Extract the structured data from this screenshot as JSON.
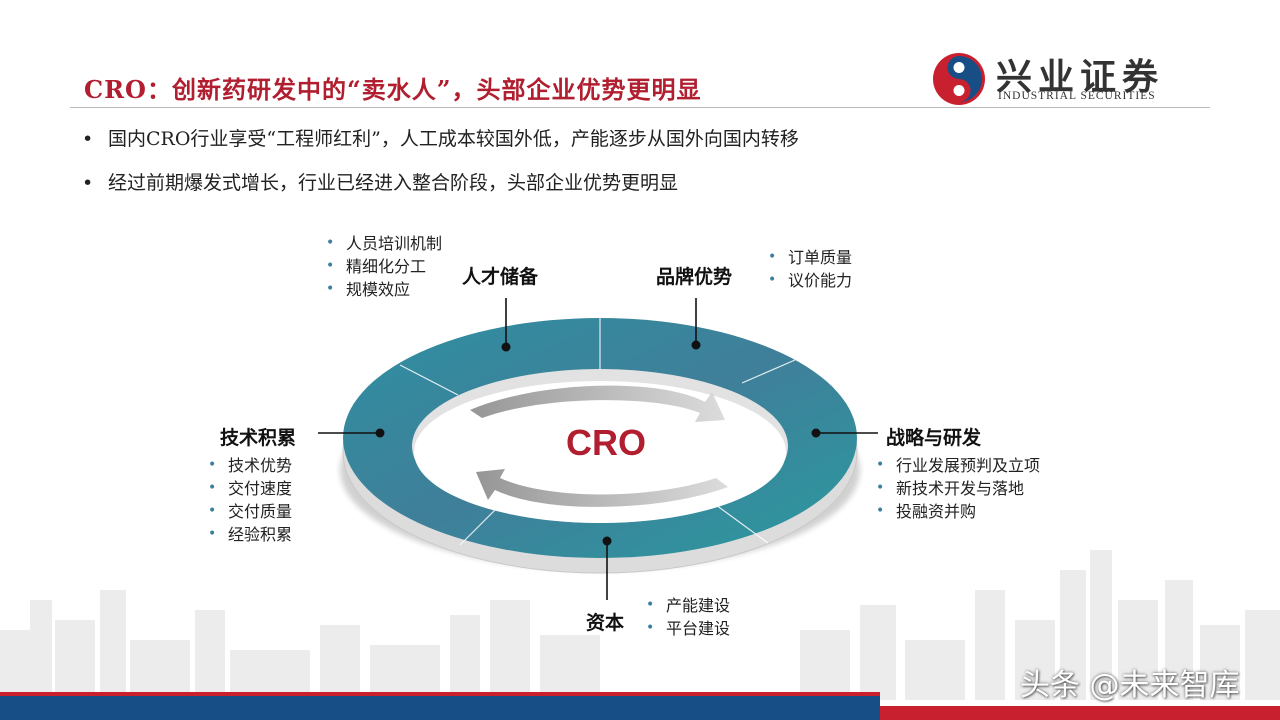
{
  "header": {
    "title": "CRO：创新药研发中的“卖水人”，头部企业优势更明显",
    "logo_name": "兴业证券",
    "logo_en": "INDUSTRIAL SECURITIES"
  },
  "bullets": [
    "国内CRO行业享受“工程师红利”，人工成本较国外低，产能逐步从国外向国内转移",
    "经过前期爆发式增长，行业已经进入整合阶段，头部企业优势更明显"
  ],
  "diagram": {
    "center": "CRO",
    "ring_color": "#3a8fa0",
    "nodes": [
      {
        "label": "人才储备",
        "items": [
          "人员培训机制",
          "精细化分工",
          "规模效应"
        ]
      },
      {
        "label": "品牌优势",
        "items": [
          "订单质量",
          "议价能力"
        ]
      },
      {
        "label": "技术积累",
        "items": [
          "技术优势",
          "交付速度",
          "交付质量",
          "经验积累"
        ]
      },
      {
        "label": "战略与研发",
        "items": [
          "行业发展预判及立项",
          "新技术开发与落地",
          "投融资并购"
        ]
      },
      {
        "label": "资本",
        "items": [
          "产能建设",
          "平台建设"
        ]
      }
    ]
  },
  "watermark": "头条 @未来智库",
  "colors": {
    "title_red": "#b01e2f",
    "footer_blue": "#184e86",
    "footer_red": "#c8202f"
  }
}
